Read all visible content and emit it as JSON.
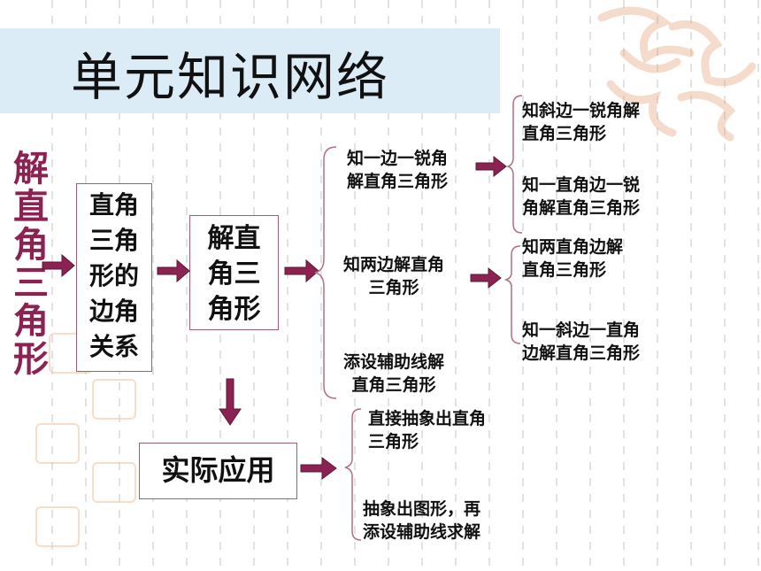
{
  "title": "单元知识网络",
  "vertical_title": [
    "解",
    "直",
    "角",
    "三",
    "角",
    "形"
  ],
  "box1_lines": [
    "直角",
    "三角",
    "形的",
    "边角",
    "关系"
  ],
  "box2_lines": [
    "解直",
    "角三",
    "角形"
  ],
  "box3_label": "实际应用",
  "branch_a": [
    "知一边一锐角",
    "解直角三角形"
  ],
  "branch_b": [
    "知两边解直角",
    "三角形"
  ],
  "branch_c": [
    "添设辅助线解",
    "直角三角形"
  ],
  "leaf_a1": [
    "知斜边一锐角解",
    "直角三角形"
  ],
  "leaf_a2": [
    "知一直角边一锐",
    "角解直角三角形"
  ],
  "leaf_b1": [
    "知两直角边解",
    "直角三角形"
  ],
  "leaf_b2": [
    "知一斜边一直角",
    "边解直角三角形"
  ],
  "app_1": [
    "直接抽象出直角",
    "三角形"
  ],
  "app_2": [
    "抽象出图形，再",
    "添设辅助线求解"
  ],
  "colors": {
    "arrow": "#8b2252",
    "title_band": "#dcecf6",
    "vertical_title": "#8b2252"
  }
}
